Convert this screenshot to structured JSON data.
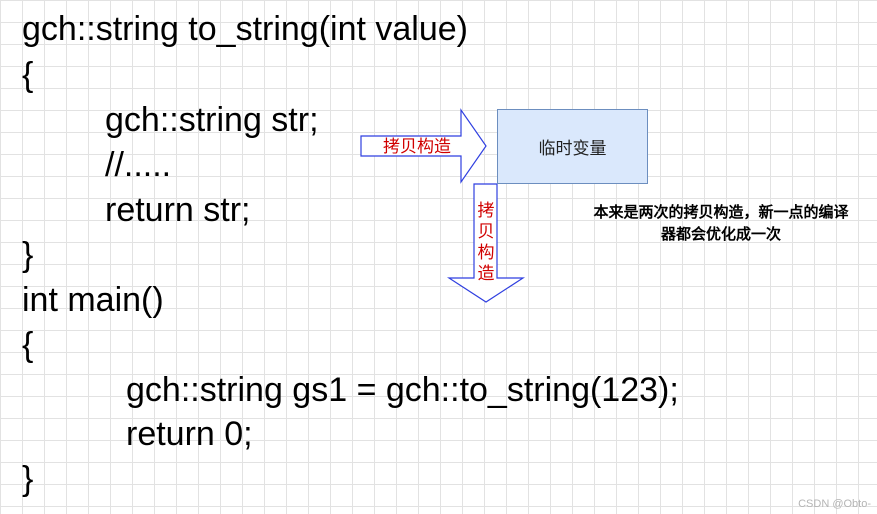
{
  "code": {
    "lines": [
      "gch::string to_string(int value)",
      "{",
      "gch::string str;",
      "//.....",
      "return str;",
      "}",
      "int main()",
      "{",
      "gch::string gs1 = gch::to_string(123);",
      "return 0;",
      "}"
    ]
  },
  "diagram": {
    "arrow_right_label": "拷贝构造",
    "arrow_down_label": "拷贝构造",
    "temp_box_label": "临时变量",
    "note": "本来是两次的拷贝构造，新一点的编译器都会优化成一次",
    "colors": {
      "arrow_stroke": "#2f3fe0",
      "label_red": "#d00000",
      "box_fill": "#dae8fc",
      "box_border": "#6c8ebf"
    }
  },
  "watermark": "CSDN @Obto-"
}
